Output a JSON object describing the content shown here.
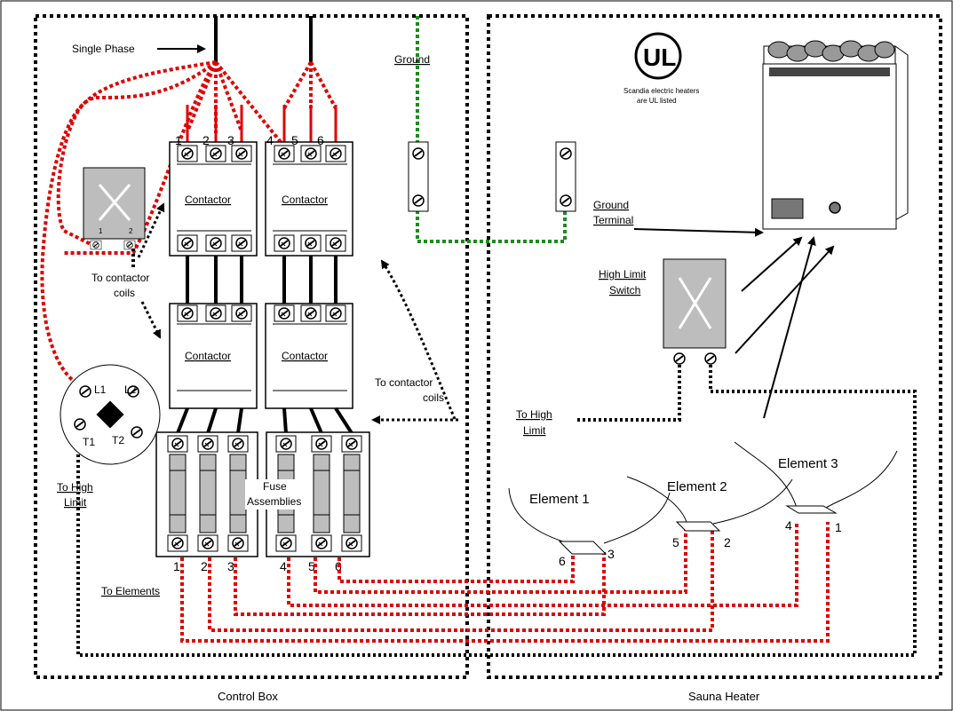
{
  "labels": {
    "single_phase": "Single Phase",
    "ground": "Ground",
    "ul_note_line1": "Scandia electric heaters",
    "ul_note_line2": "are UL listed",
    "ul_logo": "UL",
    "ground_terminal_line1": "Ground",
    "ground_terminal_line2": "Terminal",
    "high_limit_switch_line1": "High Limit",
    "high_limit_switch_line2": "Switch",
    "to_contactor_coils_left_1": "To contactor",
    "to_contactor_coils_left_2": "coils",
    "to_contactor_coils_mid_1": "To contactor",
    "to_contactor_coils_mid_2": "coils",
    "to_high_limit_mid_1": "To High",
    "to_high_limit_mid_2": "Limit",
    "to_high_limit_left_1": "To High",
    "to_high_limit_left_2": "Limit",
    "fuse_assemblies_1": "Fuse",
    "fuse_assemblies_2": "Assemblies",
    "to_elements": "To Elements",
    "control_box": "Control Box",
    "sauna_heater": "Sauna Heater",
    "element_1": "Element 1",
    "element_2": "Element 2",
    "element_3": "Element 3",
    "contactor": "Contactor"
  },
  "terminals": {
    "top": [
      "1",
      "2",
      "3",
      "4",
      "5",
      "6"
    ],
    "bottom": [
      "1",
      "2",
      "3",
      "4",
      "5",
      "6"
    ],
    "relay": [
      "1",
      "2"
    ],
    "thermostat": [
      "L1",
      "L2",
      "T1",
      "T2"
    ],
    "element1": [
      "6",
      "3"
    ],
    "element2": [
      "5",
      "2"
    ],
    "element3": [
      "4",
      "1"
    ]
  },
  "colors": {
    "hot_wire": "#e00000",
    "ground_wire": "#1e8a1e",
    "control_wire": "#000000"
  }
}
